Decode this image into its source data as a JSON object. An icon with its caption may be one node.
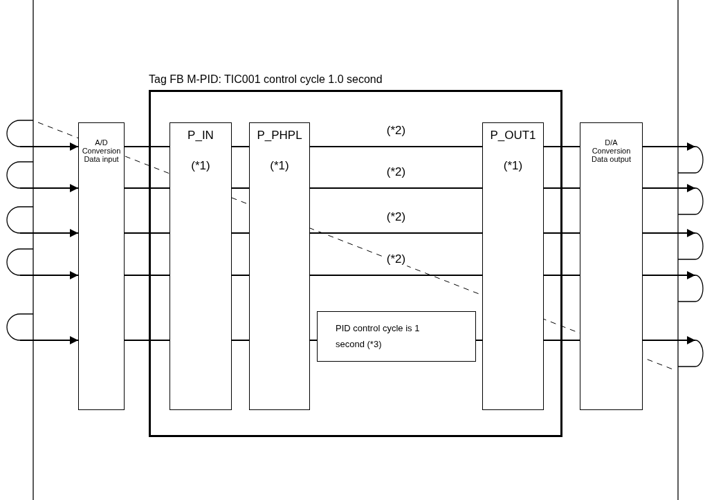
{
  "diagram": {
    "nodes": [
      {
        "text": [
          "Tag FB M-PID: TIC001 control cycle 1.0 second"
        ]
      },
      {
        "text": [
          "A/D Conversion Data input"
        ]
      },
      {
        "text": [
          "P_IN",
          "(*1)"
        ],
        "in": 0
      },
      {
        "text": [
          "P_PHPL",
          "(*1)"
        ],
        "in": 0
      },
      {
        "text": [
          "PID control cycle is 1 second (*3)"
        ],
        "in": 0
      },
      {
        "text": [
          "P_OUT1",
          "(*1)"
        ],
        "in": 0
      },
      {
        "text": [
          "D/A Conversion Data output"
        ]
      }
    ],
    "edges": [
      {
        "from": null,
        "to": 1,
        "arrow": "to"
      },
      {
        "from": 1,
        "to": 2,
        "arrow": "none"
      },
      {
        "from": 2,
        "to": 3,
        "arrow": "none"
      },
      {
        "from": 3,
        "to": 5,
        "arrow": "none",
        "label": "(*2)"
      },
      {
        "from": 5,
        "to": 6,
        "arrow": "none"
      },
      {
        "from": 6,
        "to": null,
        "arrow": "to"
      },
      {
        "from": null,
        "to": 1,
        "arrow": "to"
      },
      {
        "from": 1,
        "to": 2,
        "arrow": "none"
      },
      {
        "from": 2,
        "to": 3,
        "arrow": "none"
      },
      {
        "from": 3,
        "to": 5,
        "arrow": "none",
        "label": "(*2)"
      },
      {
        "from": 5,
        "to": 6,
        "arrow": "none"
      },
      {
        "from": 6,
        "to": null,
        "arrow": "to"
      },
      {
        "from": null,
        "to": 1,
        "arrow": "to"
      },
      {
        "from": 1,
        "to": 2,
        "arrow": "none"
      },
      {
        "from": 2,
        "to": 3,
        "arrow": "none"
      },
      {
        "from": 3,
        "to": 5,
        "arrow": "none",
        "label": "(*2)"
      },
      {
        "from": 5,
        "to": 6,
        "arrow": "none"
      },
      {
        "from": 6,
        "to": null,
        "arrow": "to"
      },
      {
        "from": null,
        "to": 1,
        "arrow": "to"
      },
      {
        "from": 1,
        "to": 2,
        "arrow": "none"
      },
      {
        "from": 2,
        "to": 3,
        "arrow": "none"
      },
      {
        "from": 3,
        "to": 5,
        "arrow": "none",
        "label": "(*2)"
      },
      {
        "from": 5,
        "to": 6,
        "arrow": "none"
      },
      {
        "from": 6,
        "to": null,
        "arrow": "to"
      },
      {
        "from": null,
        "to": 1,
        "arrow": "to"
      },
      {
        "from": 1,
        "to": 2,
        "arrow": "none"
      },
      {
        "from": 2,
        "to": 3,
        "arrow": "none"
      },
      {
        "from": 3,
        "to": 4,
        "arrow": "none"
      },
      {
        "from": 4,
        "to": 5,
        "arrow": "none"
      },
      {
        "from": 5,
        "to": 6,
        "arrow": "none"
      },
      {
        "from": 6,
        "to": null,
        "arrow": "to"
      }
    ]
  }
}
